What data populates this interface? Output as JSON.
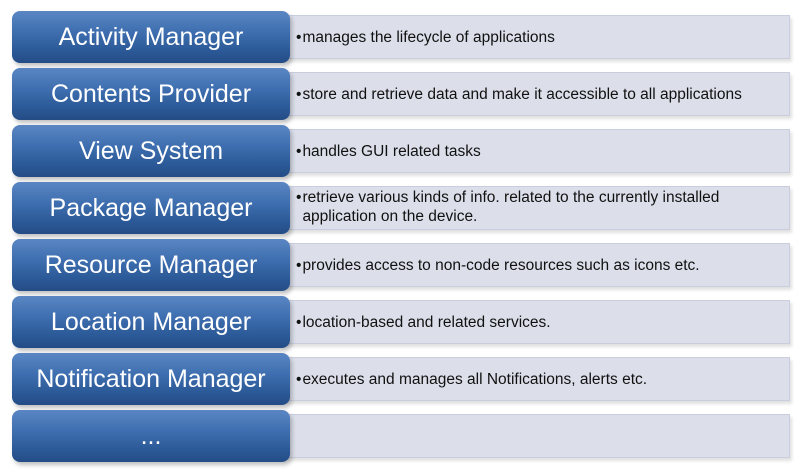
{
  "rows": [
    {
      "label": "Activity Manager",
      "bullet": "•",
      "description": "manages the lifecycle of applications"
    },
    {
      "label": "Contents Provider",
      "bullet": "•",
      "description": "store and retrieve data and make it accessible to all applications"
    },
    {
      "label": "View System",
      "bullet": "•",
      "description": "handles GUI related tasks"
    },
    {
      "label": "Package Manager",
      "bullet": "•",
      "description": "retrieve various kinds of info. related to the currently installed application on the device."
    },
    {
      "label": "Resource Manager",
      "bullet": "•",
      "description": "provides access to non-code resources such as icons etc."
    },
    {
      "label": "Location Manager",
      "bullet": "•",
      "description": "location-based and related services."
    },
    {
      "label": "Notification Manager",
      "bullet": "•",
      "description": "executes and manages all Notifications, alerts etc."
    },
    {
      "label": "...",
      "bullet": "",
      "description": ""
    }
  ],
  "colors": {
    "label_box_top": "#5a86c3",
    "label_box_bottom": "#244d86",
    "description_box": "#dcdfea"
  }
}
